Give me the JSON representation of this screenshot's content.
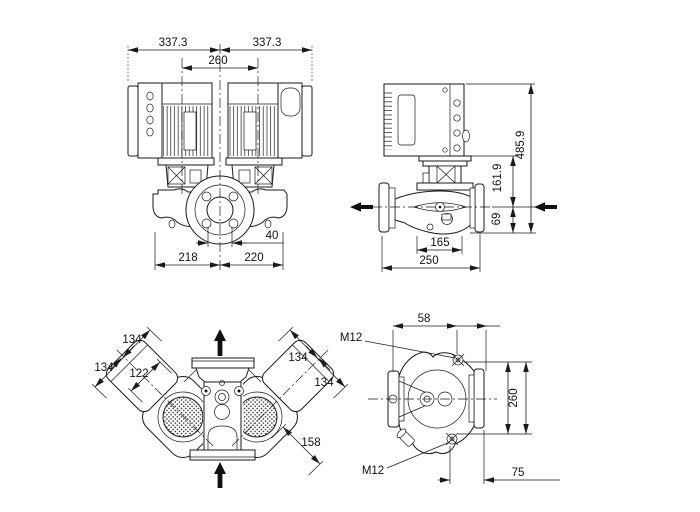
{
  "colors": {
    "line": "#1a1a1a",
    "background": "#ffffff"
  },
  "views": {
    "front": {
      "dim_motor_left": "337.3",
      "dim_motor_right": "337.3",
      "dim_shaft_spacing": "260",
      "dim_port_offset": "40",
      "dim_left_half": "218",
      "dim_right_half": "220"
    },
    "side": {
      "dim_overall_height": "485.9",
      "dim_head_height": "161.9",
      "dim_port_height": "69",
      "dim_volute_width": "165",
      "dim_overall_width": "250"
    },
    "top": {
      "dim_left_outer": "134",
      "dim_left_inner": "134",
      "dim_fan_offset": "122",
      "dim_right_outer": "134",
      "dim_right_inner": "134",
      "dim_lower_width": "158"
    },
    "end": {
      "dim_top_offset": "58",
      "thread_top": "M12",
      "dim_bolt_spacing": "260",
      "thread_bottom": "M12",
      "dim_bottom_offset": "75"
    }
  }
}
